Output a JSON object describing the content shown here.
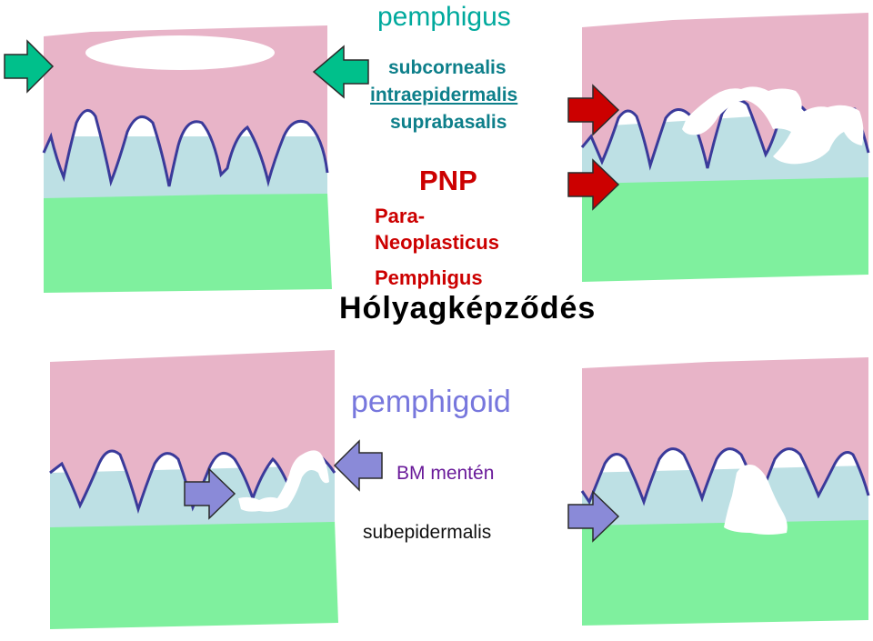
{
  "labels": {
    "pemphigus": "pemphigus",
    "subcornealis": "subcornealis",
    "intraepidermalis": "intraepidermalis",
    "suprabasalis": "suprabasalis",
    "pnp": "PNP",
    "para": "Para-",
    "neoplasticus": "Neoplasticus",
    "pemphigus_cap": "Pemphigus",
    "holyagkepzodes": "Hólyagképződés",
    "pemphigoid": "pemphigoid",
    "bm_menten": "BM mentén",
    "subepidermalis": "subepidermalis"
  },
  "colors": {
    "epidermis": "#e8b4c8",
    "basal_layer": "#bde0e4",
    "dermis": "#7ff09e",
    "membrane_line": "#3a3a9a",
    "blister": "#ffffff",
    "arrow_green": "#00c08b",
    "arrow_red": "#cc0000",
    "arrow_purple": "#8a8ad8"
  },
  "icons": [
    "arrow-right-icon",
    "arrow-left-icon"
  ]
}
